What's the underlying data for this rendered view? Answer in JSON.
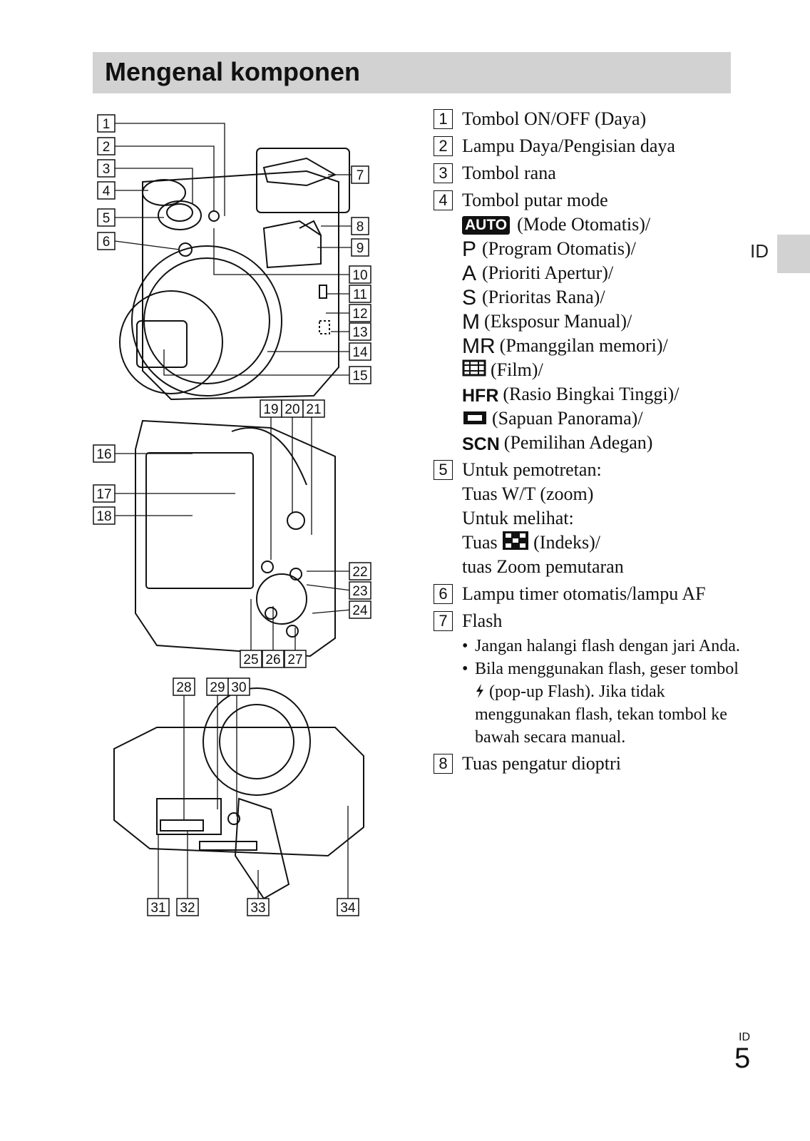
{
  "title": "Mengenal komponen",
  "side_tab": "ID",
  "figure_callouts": [
    "1",
    "2",
    "3",
    "4",
    "5",
    "6",
    "7",
    "8",
    "9",
    "10",
    "11",
    "12",
    "13",
    "14",
    "15",
    "16",
    "17",
    "18",
    "19",
    "20",
    "21",
    "22",
    "23",
    "24",
    "25",
    "26",
    "27",
    "28",
    "29",
    "30",
    "31",
    "32",
    "33",
    "34"
  ],
  "components": [
    {
      "num": "1",
      "text": "Tombol ON/OFF (Daya)"
    },
    {
      "num": "2",
      "text": "Lampu Daya/Pengisian daya"
    },
    {
      "num": "3",
      "text": "Tombol rana"
    },
    {
      "num": "4",
      "text": "Tombol putar mode"
    },
    {
      "num": "5",
      "text": "Untuk pemotretan:"
    },
    {
      "num": "6",
      "text": "Lampu timer otomatis/lampu AF"
    },
    {
      "num": "7",
      "text": "Flash"
    },
    {
      "num": "8",
      "text": "Tuas pengatur dioptri"
    }
  ],
  "modes": [
    {
      "symbol": "AUTO",
      "text": "(Mode Otomatis)/"
    },
    {
      "symbol": "P",
      "text": "(Program Otomatis)/"
    },
    {
      "symbol": "A",
      "text": "(Prioriti Apertur)/"
    },
    {
      "symbol": "S",
      "text": "(Prioritas Rana)/"
    },
    {
      "symbol": "M",
      "text": "(Eksposur Manual)/"
    },
    {
      "symbol": "MR",
      "text": "(Pmanggilan memori)/"
    },
    {
      "symbol": "film",
      "text": "(Film)/"
    },
    {
      "symbol": "HFR",
      "text": "(Rasio Bingkai Tinggi)/"
    },
    {
      "symbol": "panorama",
      "text": "(Sapuan Panorama)/"
    },
    {
      "symbol": "SCN",
      "text": "(Pemilihan Adegan)"
    }
  ],
  "item5_lines": {
    "line1": "Tuas W/T (zoom)",
    "line2": "Untuk melihat:",
    "line3_prefix": "Tuas",
    "line3_suffix": "(Indeks)/",
    "line4": "tuas Zoom pemutaran"
  },
  "flash_notes": {
    "note1": "Jangan halangi flash dengan jari Anda.",
    "note2_prefix": "Bila menggunakan flash, geser tombol",
    "note2_suffix": "(pop-up Flash). Jika tidak menggunakan flash, tekan tombol ke bawah secara manual."
  },
  "footer": {
    "lang": "ID",
    "page": "5"
  }
}
